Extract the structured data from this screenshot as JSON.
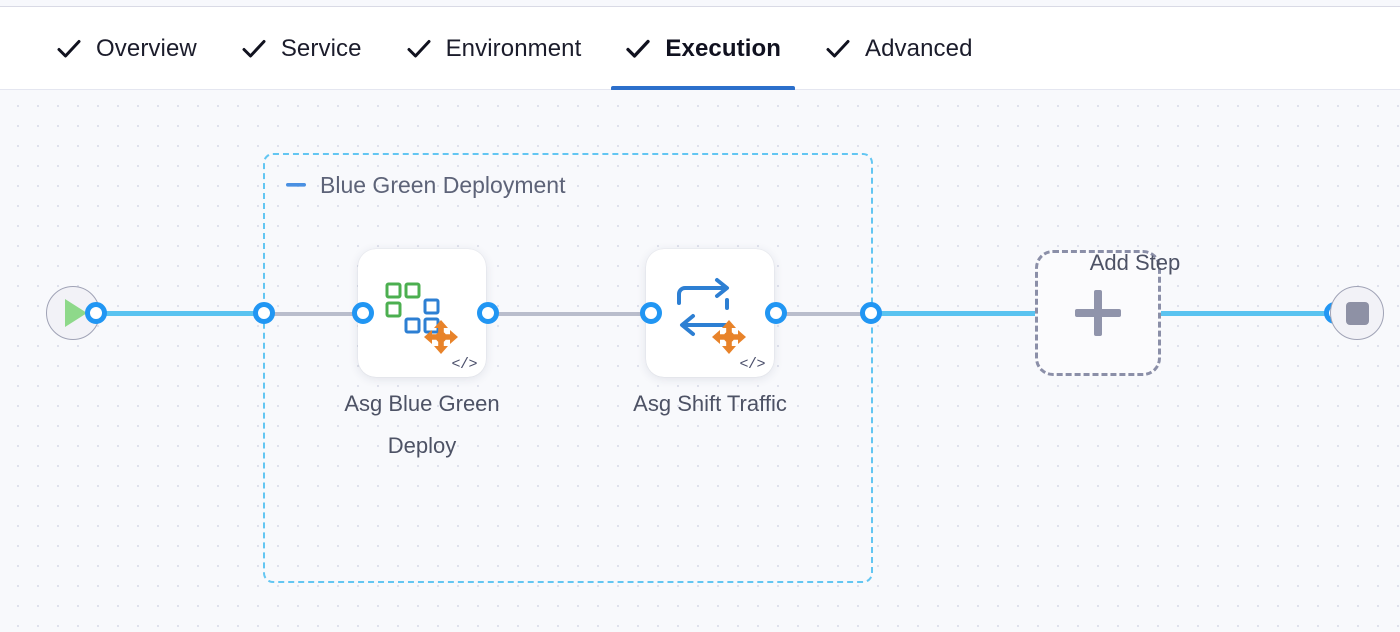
{
  "tabs": [
    {
      "label": "Overview",
      "icon": "check-icon",
      "active": false
    },
    {
      "label": "Service",
      "icon": "check-icon",
      "active": false
    },
    {
      "label": "Environment",
      "icon": "check-icon",
      "active": false
    },
    {
      "label": "Execution",
      "icon": "check-icon",
      "active": true
    },
    {
      "label": "Advanced",
      "icon": "check-icon",
      "active": false
    }
  ],
  "pipeline": {
    "start_node": {
      "name": "start-node",
      "icon": "play-icon"
    },
    "end_node": {
      "name": "end-node",
      "icon": "stop-icon"
    },
    "group": {
      "title": "Blue Green Deployment",
      "collapse_icon": "minus-icon",
      "steps": [
        {
          "label": "Asg Blue Green Deploy",
          "icon": "asg-blue-green-deploy-icon",
          "badge": "</>"
        },
        {
          "label": "Asg Shift Traffic",
          "icon": "asg-shift-traffic-icon",
          "badge": "</>"
        }
      ]
    },
    "add_step": {
      "label": "Add Step",
      "icon": "plus-icon"
    }
  },
  "colors": {
    "accent_blue": "#2c6fcb",
    "connector_line": "#5ac3f0",
    "connector_ring": "#2196f3",
    "group_border": "#63c6f2",
    "canvas_bg": "#f8f9fc",
    "dashed_link": "#b9bdcc",
    "icon_green": "#4caf50",
    "icon_blue": "#2d7fd3",
    "icon_orange": "#e8832a"
  }
}
